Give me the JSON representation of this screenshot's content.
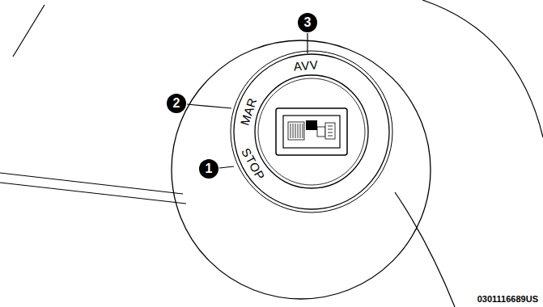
{
  "diagram": {
    "labels": [
      "1",
      "2",
      "3",
      "STOP",
      "MAR",
      "AVV",
      "0301116689US"
    ]
  }
}
